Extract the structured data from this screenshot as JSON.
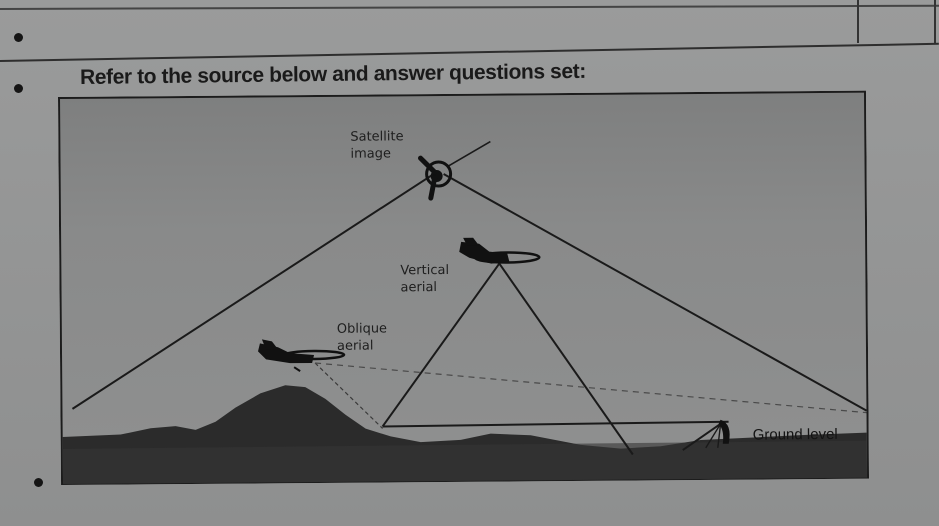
{
  "document": {
    "instruction": "Refer to the source below and answer questions set:",
    "bullets": [
      "bullet-1",
      "bullet-2",
      "bullet-3"
    ]
  },
  "figure": {
    "labels": {
      "satellite": [
        "Satellite",
        "image"
      ],
      "vertical": [
        "Vertical",
        "aerial"
      ],
      "oblique": [
        "Oblique",
        "aerial"
      ],
      "ground": "Ground level"
    },
    "icons": [
      "satellite-icon",
      "vertical-aerial-plane-icon",
      "oblique-aerial-plane-icon",
      "ground-camera-tripod-icon"
    ],
    "colors": {
      "paper": "#959696",
      "figure_background": "#8a8b8b",
      "ink": "#1a1a1a",
      "terrain": "#2a2a2a"
    }
  }
}
